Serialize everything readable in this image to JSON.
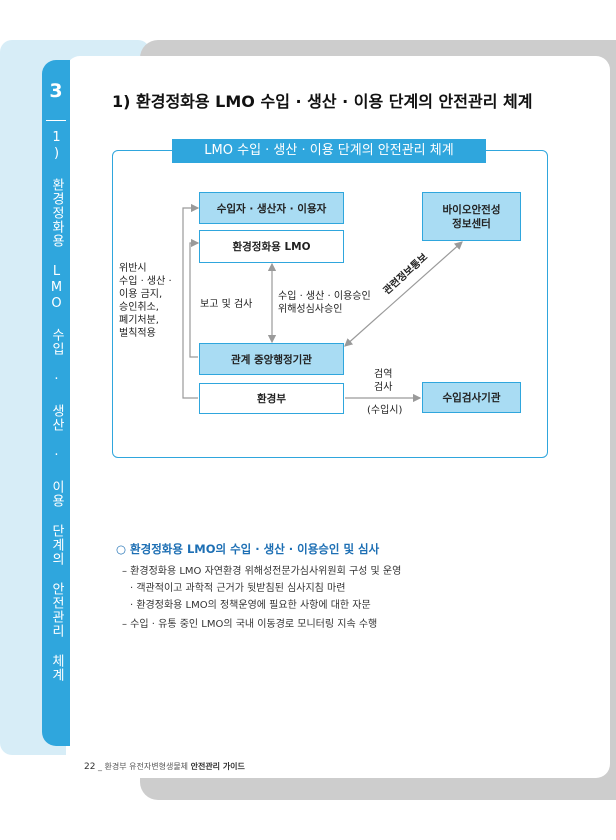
{
  "chapter": {
    "number": "3",
    "tab_text": "1) 환경정화용 LMO 수입 · 생산 · 이용 단계의 안전관리 체계"
  },
  "section_title": "1) 환경정화용 LMO 수입 · 생산 · 이용 단계의 안전관리 체계",
  "diagram": {
    "title": "LMO 수입 · 생산 · 이용 단계의 안전관리 체계",
    "boxes": {
      "importer": "수입자 · 생산자 · 이용자",
      "lmo": "환경정화용 LMO",
      "agency": "관계 중앙행정기관",
      "ministry": "환경부",
      "biosafety_line1": "바이오안전성",
      "biosafety_line2": "정보센터",
      "inspection": "수입검사기관"
    },
    "labels": {
      "violation": [
        "위반시",
        "수입 · 생산 ·",
        "이용 금지,",
        "승인취소,",
        "폐기처분,",
        "벌칙적용"
      ],
      "report": "보고 및 검사",
      "approval": [
        "수입 · 생산 · 이용승인",
        "위해성심사승인"
      ],
      "info_share": "관련정보통보",
      "quarantine": [
        "검역",
        "검사"
      ],
      "on_import": "(수입시)"
    }
  },
  "bullets": {
    "heading": "○ 환경정화용 LMO의 수입 · 생산 · 이용승인 및 심사",
    "items": [
      "– 환경정화용 LMO 자연환경 위해성전문가심사위원회 구성 및 운영",
      "· 객관적이고 과학적 근거가 뒷받침된 심사지침 마련",
      "· 환경정화용 LMO의 정책운영에 필요한 사항에 대한 자문",
      "– 수입 · 유통 중인 LMO의 국내 이동경로 모니터링 지속 수행"
    ]
  },
  "footer": {
    "page": "22",
    "text": "_ 환경부 유전자변형생물체",
    "bold": "안전관리 가이드"
  },
  "colors": {
    "accent": "#2fa6dd",
    "box_fill": "#a9dcf3",
    "heading_blue": "#1d6fb4"
  }
}
